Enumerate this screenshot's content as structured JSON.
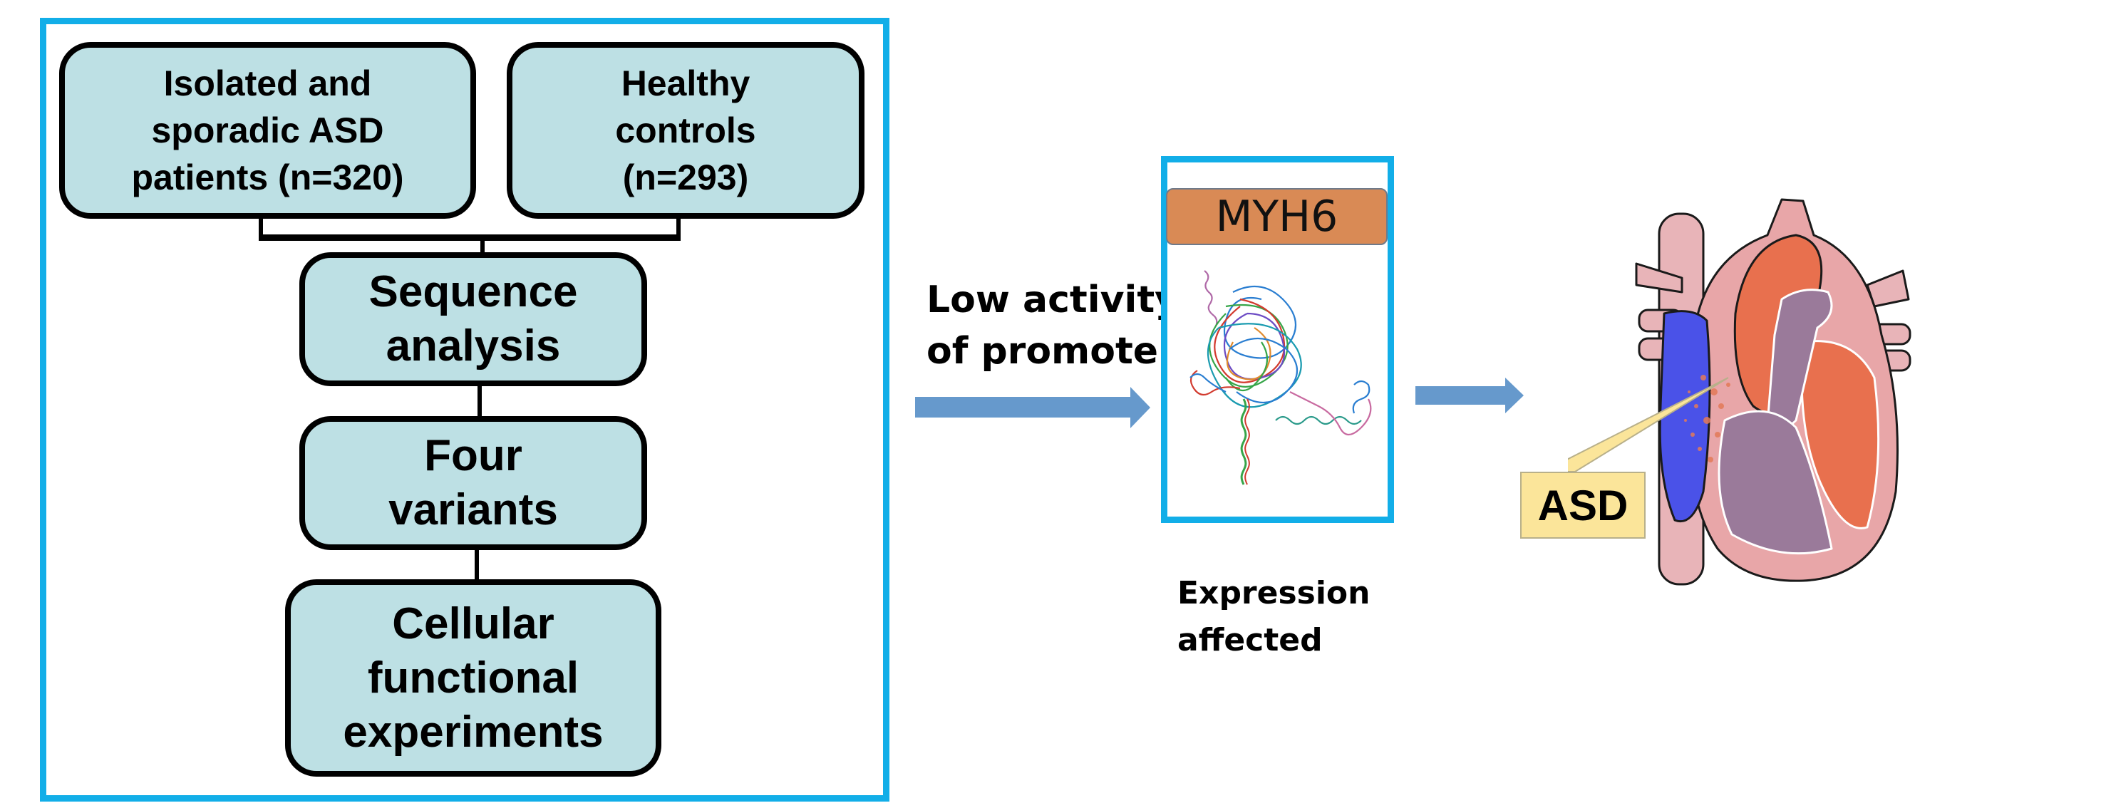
{
  "study_design": {
    "patients_box": "Isolated and\nsporadic ASD\npatients  (n=320)",
    "controls_box": "Healthy\ncontrols\n(n=293)",
    "sequence_box": "Sequence\nanalysis",
    "variants_box": "Four\nvariants",
    "experiments_box": "Cellular\nfunctional\nexperiments"
  },
  "mechanism": {
    "promoter_label": "Low activity\nof promoter",
    "gene_label": "MYH6",
    "protein_icon": "protein-structure-icon",
    "expression_label": "Expression\naffected"
  },
  "outcome": {
    "heart_icon": "heart-anatomy-icon",
    "defect_label": "ASD"
  },
  "colors": {
    "frame_blue": "#12aee8",
    "box_fill": "#bde0e4",
    "arrow_blue": "#6699cc",
    "gene_bar": "#d98a55",
    "callout_fill": "#fbe59a"
  }
}
